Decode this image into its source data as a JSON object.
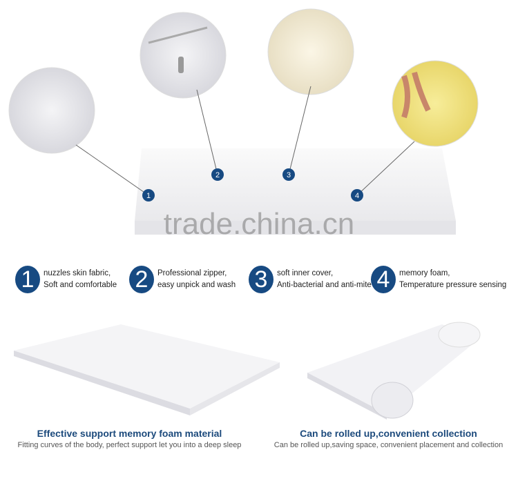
{
  "watermark": "trade.china.cn",
  "accent_color": "#174a82",
  "features": [
    {
      "number": "1",
      "line1": "nuzzles skin fabric,",
      "line2": "Soft and comfortable"
    },
    {
      "number": "2",
      "line1": "Professional zipper,",
      "line2": "easy unpick and wash"
    },
    {
      "number": "3",
      "line1": "soft inner cover,",
      "line2": "Anti-bacterial and anti-mite"
    },
    {
      "number": "4",
      "line1": "memory foam,",
      "line2": "Temperature pressure sensing"
    }
  ],
  "markers": [
    "1",
    "2",
    "3",
    "4"
  ],
  "captions": [
    {
      "title": "Effective support memory foam material",
      "subtitle": "Fitting curves of the body, perfect support let you into a deep sleep"
    },
    {
      "title": "Can be rolled up,convenient collection",
      "subtitle": "Can be rolled up,saving space, convenient placement and collection"
    }
  ]
}
